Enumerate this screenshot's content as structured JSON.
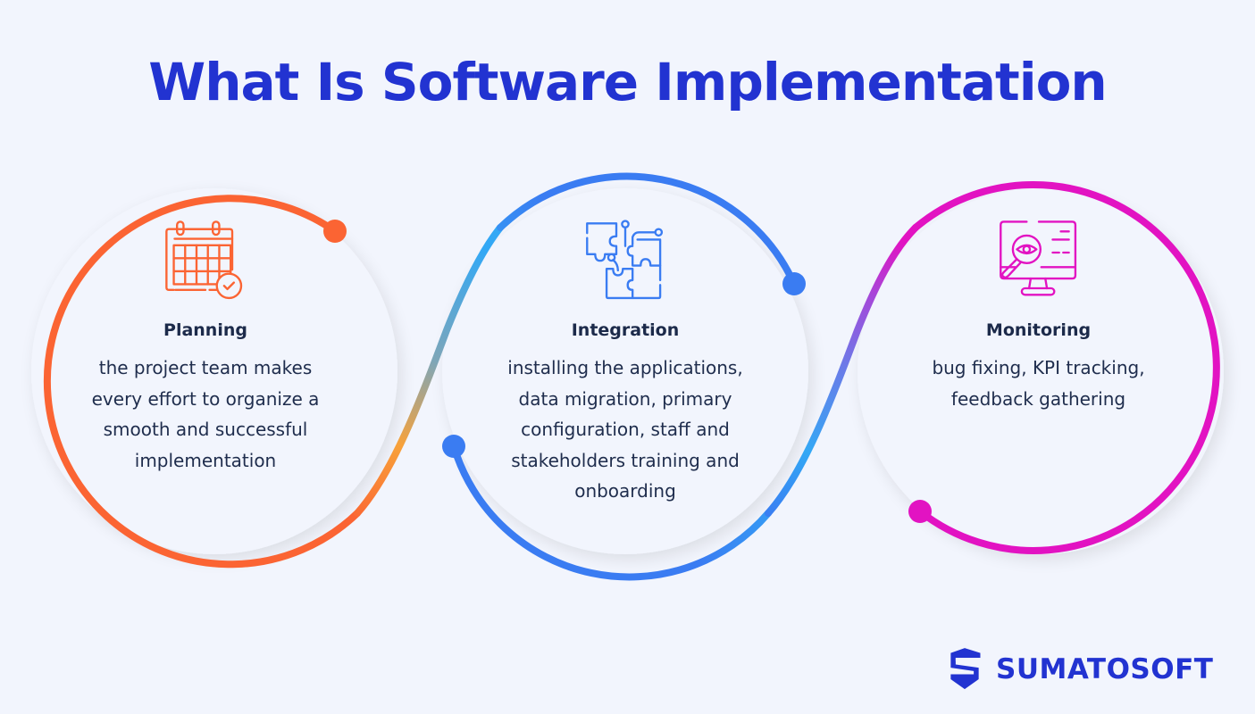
{
  "header": {
    "title": "What Is Software Implementation"
  },
  "colors": {
    "background": "#f2f5fd",
    "title": "#2233d1",
    "planning": "#fb6433",
    "planning_transition": "#f8a23a",
    "integration": "#3a7cf2",
    "integration_light": "#33a8f5",
    "monitoring": "#e213c2",
    "monitoring_transition": "#a647d9",
    "text_dark": "#1c2a4a"
  },
  "steps": [
    {
      "id": "planning",
      "icon": "calendar-check-icon",
      "title": "Planning",
      "description_lines": [
        "the project team makes",
        "every effort to organize a",
        "smooth and successful",
        "implementation"
      ]
    },
    {
      "id": "integration",
      "icon": "puzzle-pieces-icon",
      "title": "Integration",
      "description_lines": [
        "installing the applications,",
        "data migration, primary",
        "configuration, staff and",
        "stakeholders training and",
        "onboarding"
      ]
    },
    {
      "id": "monitoring",
      "icon": "monitor-magnifier-eye-icon",
      "title": "Monitoring",
      "description_lines": [
        "bug fixing, KPI tracking,",
        "feedback gathering"
      ]
    }
  ],
  "brand": {
    "name": "SUMATOSOFT",
    "icon": "shield-s-logo-icon"
  }
}
